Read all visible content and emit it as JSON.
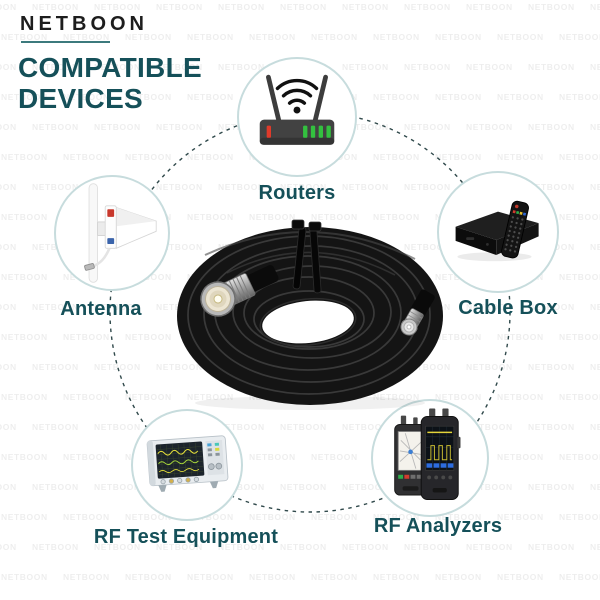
{
  "brand": {
    "logo_text": "NETBOON"
  },
  "heading": {
    "line1": "COMPATIBLE",
    "line2": "DEVICES"
  },
  "devices": {
    "routers": {
      "label": "Routers",
      "icon": "router-icon"
    },
    "antenna": {
      "label": "Antenna",
      "icon": "directional-antenna-icon"
    },
    "cable_box": {
      "label": "Cable Box",
      "icon": "set-top-box-with-remote-icon"
    },
    "rf_test": {
      "label": "RF Test Equipment",
      "icon": "oscilloscope-icon"
    },
    "rf_analyzers": {
      "label": "RF Analyzers",
      "icon": "handheld-rf-analyzer-icon"
    }
  },
  "center_product": {
    "icon": "coaxial-cable-coil-image"
  },
  "watermark": {
    "text": "NETBOON"
  },
  "colors": {
    "accent_teal": "#155059",
    "logo_black": "#1d1d1d",
    "underline_teal": "#3c7a7d",
    "circle_border": "#c7dcdd",
    "dashed_ring": "#30494b",
    "led_red": "#e03a2a",
    "led_green": "#33c13f"
  }
}
